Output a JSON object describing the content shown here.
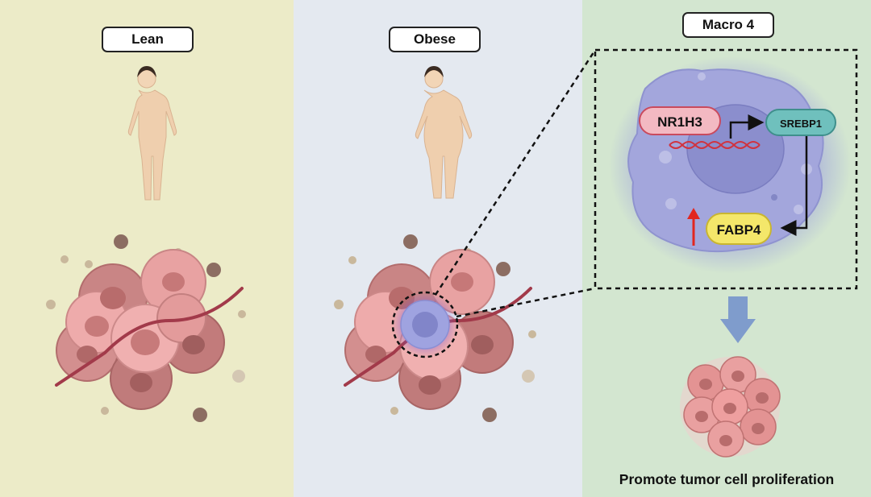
{
  "panels": {
    "lean": {
      "title": "Lean"
    },
    "obese": {
      "title": "Obese"
    },
    "macro": {
      "title": "Macro 4"
    }
  },
  "pathway": {
    "gene": "NR1H3",
    "target": "SREBP1",
    "product": "FABP4"
  },
  "outcome": "Promote tumor cell proliferation",
  "colors": {
    "lean_bg": "#ecebc8",
    "obese_bg": "#e4e9f0",
    "macro_bg": "#d3e6d0",
    "tumor_cell": "#e39393",
    "macrophage": "#a6a8de",
    "nr1h3_fill": "#f3b9c2",
    "srebp1_fill": "#6fc0bd",
    "fabp4_fill": "#f4e76a",
    "arrow_blue": "#7f9ccc",
    "up_arrow": "#e2261f"
  }
}
